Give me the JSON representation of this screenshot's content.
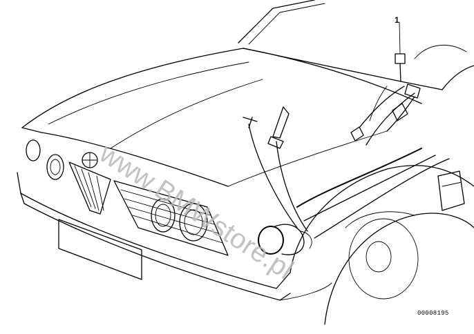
{
  "diagram": {
    "callout_number": "1",
    "part_number": "00008195",
    "watermark": "www.BMWstore.pl"
  }
}
